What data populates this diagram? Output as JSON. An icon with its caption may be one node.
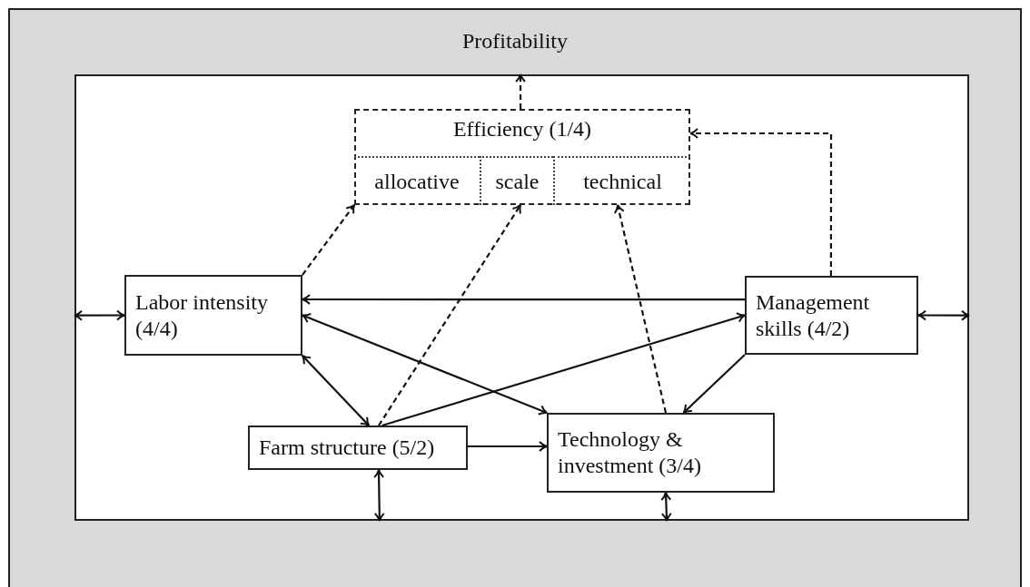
{
  "diagram": {
    "nodes": [
      {
        "text": [
          "Profitability"
        ]
      },
      {
        "text": [],
        "shape": "box",
        "in": 0
      },
      {
        "text": [
          "Efficiency (1/4)"
        ],
        "in": 1
      },
      {
        "text": [
          "allocative"
        ],
        "in": 2
      },
      {
        "text": [
          "scale"
        ],
        "in": 2
      },
      {
        "text": [
          "technical"
        ],
        "in": 2
      },
      {
        "text": [
          "Labor intensity (4/4)"
        ],
        "in": 1
      },
      {
        "text": [
          "Management skills (4/2)"
        ],
        "in": 1
      },
      {
        "text": [
          "Farm structure (5/2)"
        ],
        "in": 1
      },
      {
        "text": [
          "Technology & investment (3/4)"
        ],
        "in": 1
      }
    ],
    "edges": [
      {
        "from": 6,
        "to": 3,
        "arrow": "to",
        "style": "dashed"
      },
      {
        "from": 8,
        "to": 4,
        "arrow": "to",
        "style": "dashed"
      },
      {
        "from": 9,
        "to": 5,
        "arrow": "to",
        "style": "dashed"
      },
      {
        "from": 7,
        "to": 2,
        "arrow": "to",
        "style": "dashed"
      },
      {
        "from": 2,
        "to": 1,
        "arrow": "to",
        "style": "dashed"
      },
      {
        "from": 7,
        "to": 6,
        "arrow": "to"
      },
      {
        "from": 8,
        "to": 7,
        "arrow": "to"
      },
      {
        "from": 6,
        "to": 9,
        "arrow": "both"
      },
      {
        "from": 6,
        "to": 8,
        "arrow": "both"
      },
      {
        "from": 7,
        "to": 9,
        "arrow": "to"
      },
      {
        "from": 8,
        "to": 9,
        "arrow": "to"
      },
      {
        "from": 1,
        "to": 6,
        "arrow": "both"
      },
      {
        "from": 7,
        "to": 1,
        "arrow": "both"
      },
      {
        "from": 8,
        "to": 1,
        "arrow": "both"
      },
      {
        "from": 9,
        "to": 1,
        "arrow": "both"
      }
    ]
  }
}
